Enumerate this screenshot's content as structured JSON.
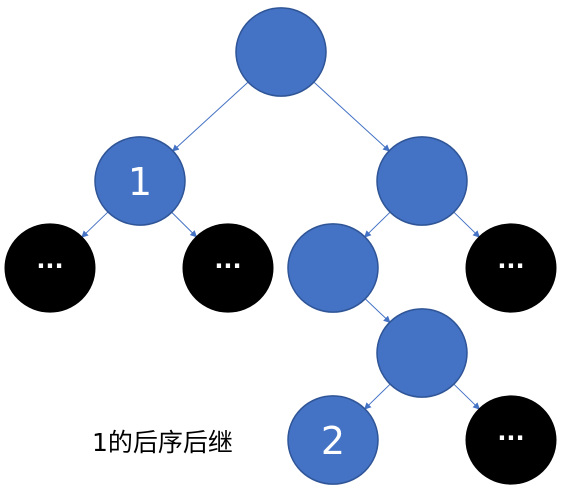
{
  "colors": {
    "node_fill": "#4472c4",
    "node_stroke": "#2f5597",
    "leaf_fill": "#000000",
    "edge": "#4472c4",
    "label": "#ffffff"
  },
  "annotation": "1的后序后继",
  "nodes": [
    {
      "id": "root",
      "kind": "internal",
      "label": ""
    },
    {
      "id": "n1",
      "kind": "internal",
      "label": "1"
    },
    {
      "id": "right",
      "kind": "internal",
      "label": ""
    },
    {
      "id": "n1-left-child",
      "kind": "collapsed",
      "label": "···"
    },
    {
      "id": "n1-right-child",
      "kind": "collapsed",
      "label": "···"
    },
    {
      "id": "right-left",
      "kind": "internal",
      "label": ""
    },
    {
      "id": "right-right-child",
      "kind": "collapsed",
      "label": "···"
    },
    {
      "id": "mid",
      "kind": "internal",
      "label": ""
    },
    {
      "id": "n2",
      "kind": "internal",
      "label": "2"
    },
    {
      "id": "mid-right-child",
      "kind": "collapsed",
      "label": "···"
    }
  ],
  "edges": [
    {
      "from": "root",
      "to": "n1"
    },
    {
      "from": "root",
      "to": "right"
    },
    {
      "from": "n1",
      "to": "n1-left-child"
    },
    {
      "from": "n1",
      "to": "n1-right-child"
    },
    {
      "from": "right",
      "to": "right-left"
    },
    {
      "from": "right",
      "to": "right-right-child"
    },
    {
      "from": "right-left",
      "to": "mid"
    },
    {
      "from": "mid",
      "to": "n2"
    },
    {
      "from": "mid",
      "to": "mid-right-child"
    }
  ]
}
